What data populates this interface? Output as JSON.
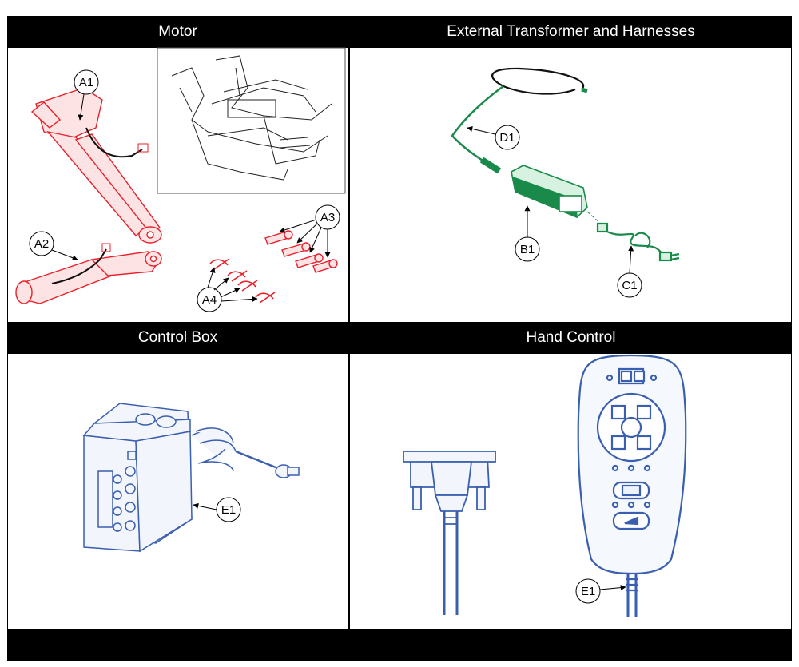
{
  "sections": {
    "motor": {
      "title": "Motor"
    },
    "transformer": {
      "title": "External Transformer and Harnesses"
    },
    "control_box": {
      "title": "Control Box"
    },
    "hand_control": {
      "title": "Hand Control"
    },
    "footer": {
      "title": ""
    }
  },
  "callouts": {
    "a1": "A1",
    "a2": "A2",
    "a3": "A3",
    "a4": "A4",
    "b1": "B1",
    "c1": "C1",
    "d1": "D1",
    "e1_box": "E1",
    "e1_hand": "E1"
  },
  "colors": {
    "motor": "#e8202a",
    "transformer": "#1a8a4a",
    "blue": "#3a5fb0",
    "header_bg": "#000000",
    "header_text": "#ffffff"
  }
}
